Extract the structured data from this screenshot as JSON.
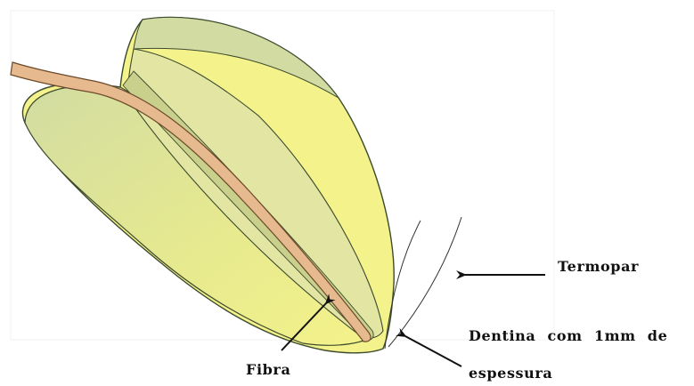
{
  "labels": {
    "termopar": "Termopar",
    "fibra": "Fibra",
    "dentina_line1": "Dentina com 1mm de",
    "dentina_line2": "espessura"
  },
  "colors": {
    "tooth_fill": "#f4f28a",
    "tooth_shade": "#d9e0a0",
    "tooth_outline": "#3d4a2e",
    "fiber_fill": "#e6b98e",
    "fiber_outline": "#6b4a2a",
    "arrow": "#111111",
    "thermocouple_wire": "#333333"
  }
}
